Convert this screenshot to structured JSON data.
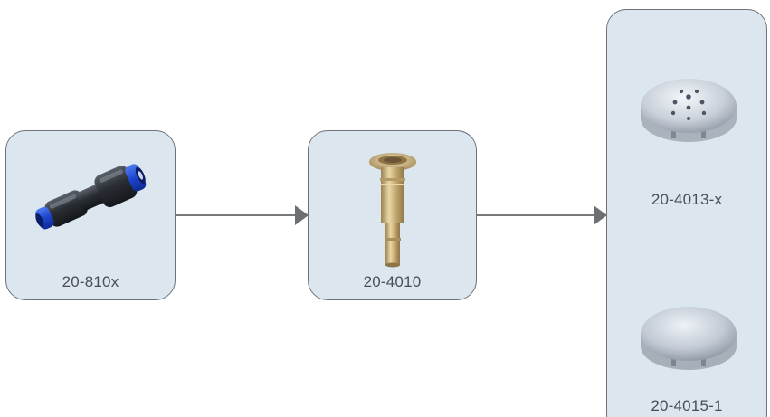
{
  "diagram": {
    "nodes": [
      {
        "id": "fitting",
        "label": "20-810x",
        "icon": "push-fitting-icon"
      },
      {
        "id": "shank",
        "label": "20-4010",
        "icon": "brass-shank-icon"
      },
      {
        "id": "perforated-cap",
        "label": "20-4013-x",
        "icon": "perforated-cap-icon"
      },
      {
        "id": "solid-cap",
        "label": "20-4015-1",
        "icon": "solid-cap-icon"
      }
    ],
    "edges": [
      {
        "from": "20-810x",
        "to": "20-4010"
      },
      {
        "from": "20-4010",
        "to": "20-4013-x / 20-4015-1"
      }
    ],
    "colors": {
      "card_fill": "#dce6ef",
      "card_border": "#6f7378",
      "connector": "#76797c",
      "label_text": "#4a4e53",
      "fitting_blue": "#1f4fd8",
      "fitting_body": "#2c3036",
      "brass": "#c9b07a",
      "cap_silver": "#c9d0d9"
    }
  }
}
